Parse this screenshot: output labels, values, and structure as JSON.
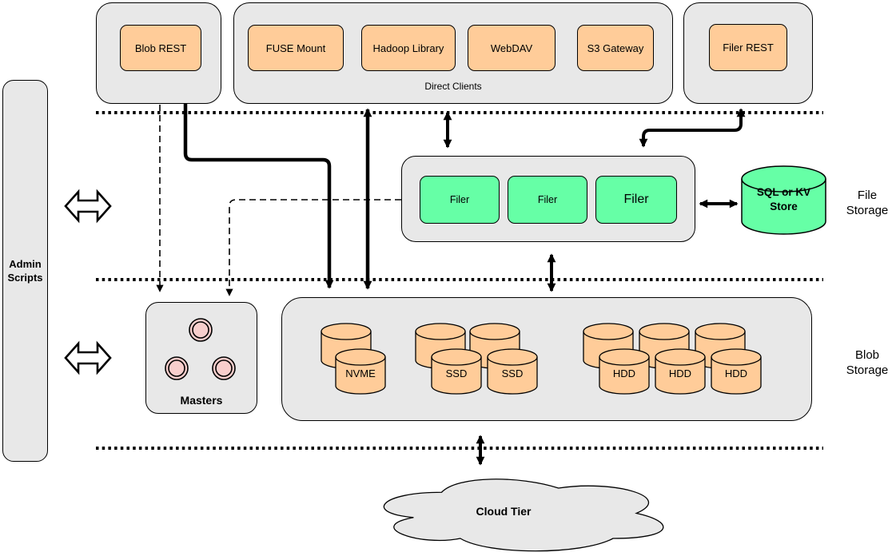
{
  "colors": {
    "container_fill": "#e8e8e8",
    "node_orange": "#ffcc99",
    "node_green": "#66ffa6",
    "node_pink": "#f8cecc",
    "stroke": "#000000"
  },
  "admin": {
    "label": "Admin Scripts"
  },
  "clients": {
    "blob_rest": "Blob REST",
    "direct_clients_label": "Direct Clients",
    "direct_clients": [
      "FUSE Mount",
      "Hadoop Library",
      "WebDAV",
      "S3 Gateway"
    ],
    "filer_rest": "Filer REST"
  },
  "file_storage": {
    "filers": [
      "Filer",
      "Filer",
      "Filer"
    ],
    "kv_store": "SQL or KV Store",
    "section_label": "File Storage"
  },
  "blob_storage": {
    "masters": "Masters",
    "volumes": [
      "NVME",
      "SSD",
      "SSD",
      "HDD",
      "HDD",
      "HDD"
    ],
    "section_label": "Blob Storage"
  },
  "cloud": {
    "label": "Cloud Tier"
  }
}
